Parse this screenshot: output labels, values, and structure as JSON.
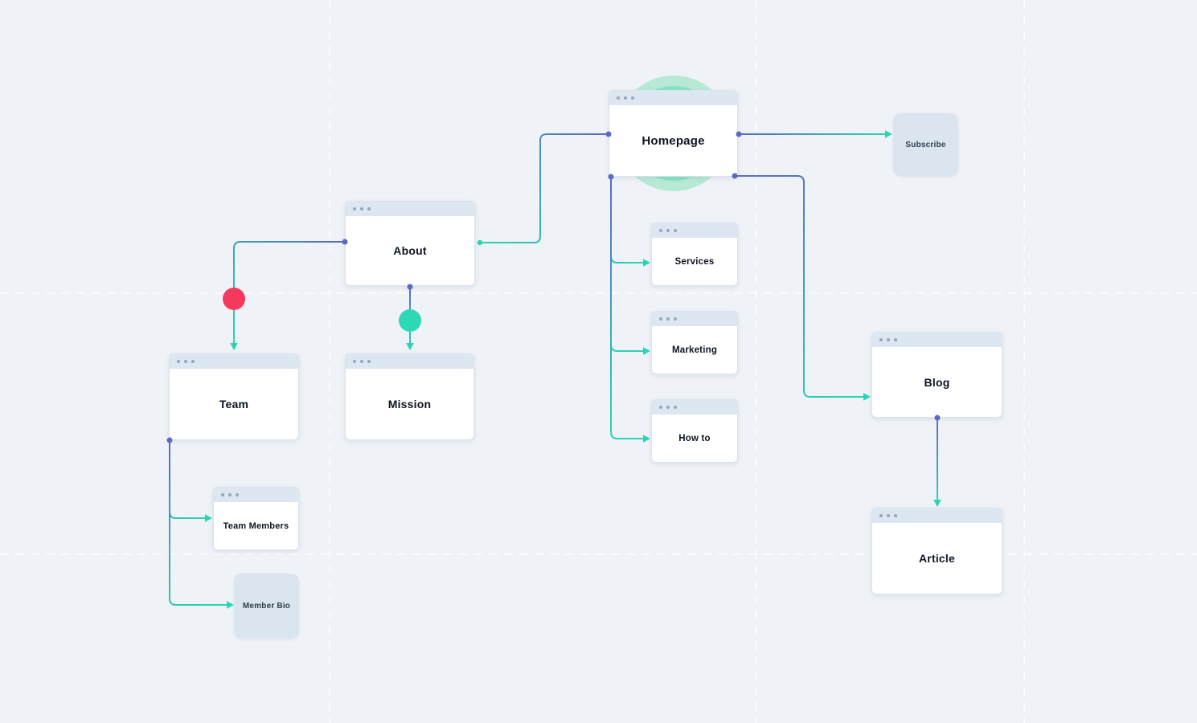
{
  "diagram": {
    "type": "sitemap-flowchart",
    "nodes": {
      "homepage": {
        "label": "Homepage",
        "kind": "page-window",
        "highlighted": true
      },
      "subscribe": {
        "label": "Subscribe",
        "kind": "block"
      },
      "about": {
        "label": "About",
        "kind": "page-window"
      },
      "team": {
        "label": "Team",
        "kind": "page-window"
      },
      "mission": {
        "label": "Mission",
        "kind": "page-window"
      },
      "team_members": {
        "label": "Team Members",
        "kind": "page-window"
      },
      "member_bio": {
        "label": "Member Bio",
        "kind": "block"
      },
      "services": {
        "label": "Services",
        "kind": "page-window"
      },
      "marketing": {
        "label": "Marketing",
        "kind": "page-window"
      },
      "how_to": {
        "label": "How to",
        "kind": "page-window"
      },
      "blog": {
        "label": "Blog",
        "kind": "page-window"
      },
      "article": {
        "label": "Article",
        "kind": "page-window"
      }
    },
    "edges": [
      {
        "from": "homepage",
        "to": "subscribe"
      },
      {
        "from": "homepage",
        "to": "about"
      },
      {
        "from": "homepage",
        "to": "services"
      },
      {
        "from": "homepage",
        "to": "marketing"
      },
      {
        "from": "homepage",
        "to": "how_to"
      },
      {
        "from": "homepage",
        "to": "blog"
      },
      {
        "from": "about",
        "to": "team",
        "marker": "red-dot"
      },
      {
        "from": "about",
        "to": "mission",
        "marker": "teal-dot"
      },
      {
        "from": "team",
        "to": "team_members"
      },
      {
        "from": "team",
        "to": "member_bio"
      },
      {
        "from": "blog",
        "to": "article"
      }
    ],
    "colors": {
      "background": "#eff2f6",
      "grid_line": "#fdfdfe",
      "window_chrome": "#dce7f2",
      "window_body": "#ffffff",
      "chrome_dot": "#93a7bd",
      "block_fill": "#dbe5ef",
      "label_text": "#0d1522",
      "connector_start_purple": "#5c6ac2",
      "connector_end_teal": "#2ad5b5",
      "red_marker": "#f5395d",
      "teal_marker": "#2bd9b8",
      "glow_outer": "#b7e9d5",
      "glow_inner": "#85e3c4"
    }
  }
}
